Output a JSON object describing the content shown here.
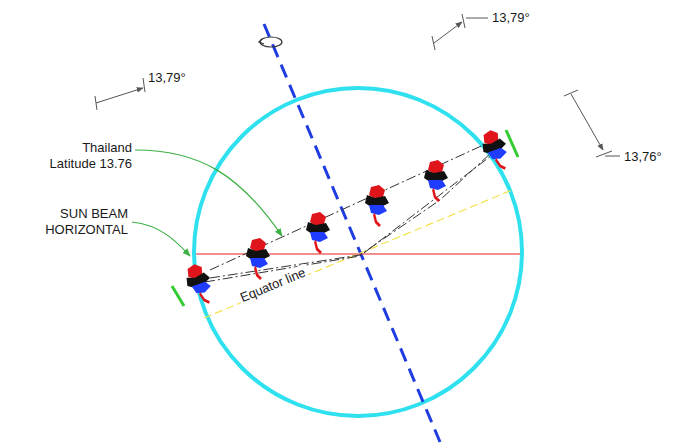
{
  "diagram": {
    "labels": [
      "Thailand Latitude 13.76",
      "SUN BEAM HORIZONTAL",
      "Equator line",
      "13,79°",
      "13,79°",
      "13,76°"
    ]
  }
}
